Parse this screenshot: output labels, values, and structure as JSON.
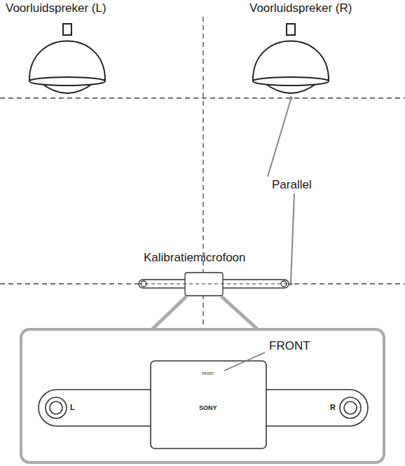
{
  "diagram": {
    "labels": [
      "Voorluidspreker (L)",
      "Voorluidspreker (R)",
      "Parallel",
      "Kalibratiemicrofoon",
      "FRONT",
      "FRONT",
      "SONY",
      "L",
      "R"
    ]
  }
}
